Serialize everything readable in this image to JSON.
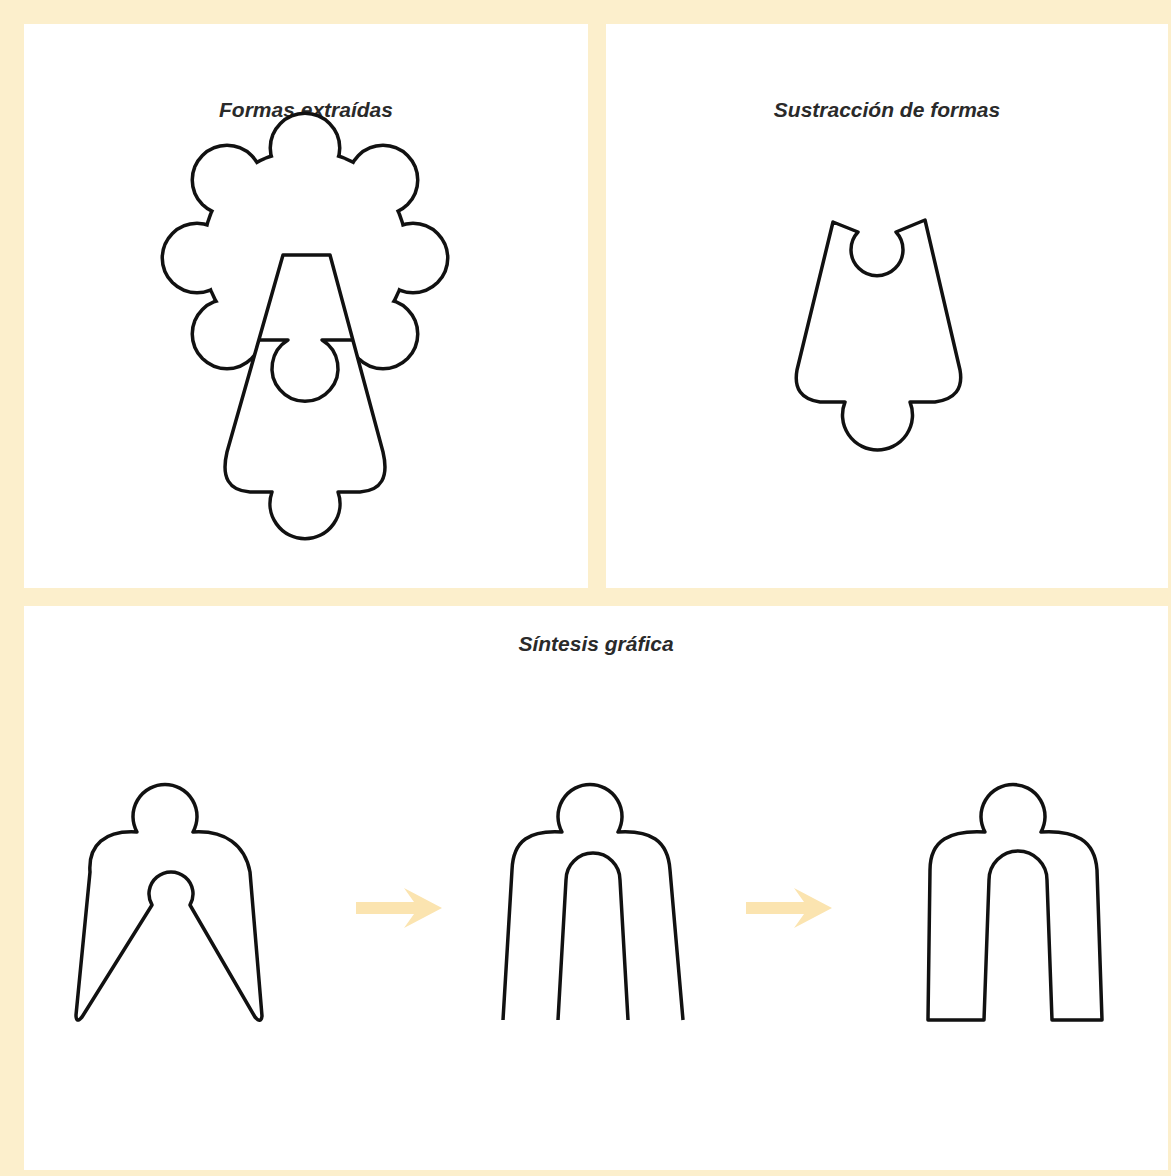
{
  "diagram": {
    "nodes": [
      {
        "text": [
          "Formas extraídas"
        ]
      },
      {
        "text": [
          "Sustracción de formas"
        ]
      },
      {
        "text": [
          "Síntesis gráfica"
        ]
      }
    ]
  }
}
